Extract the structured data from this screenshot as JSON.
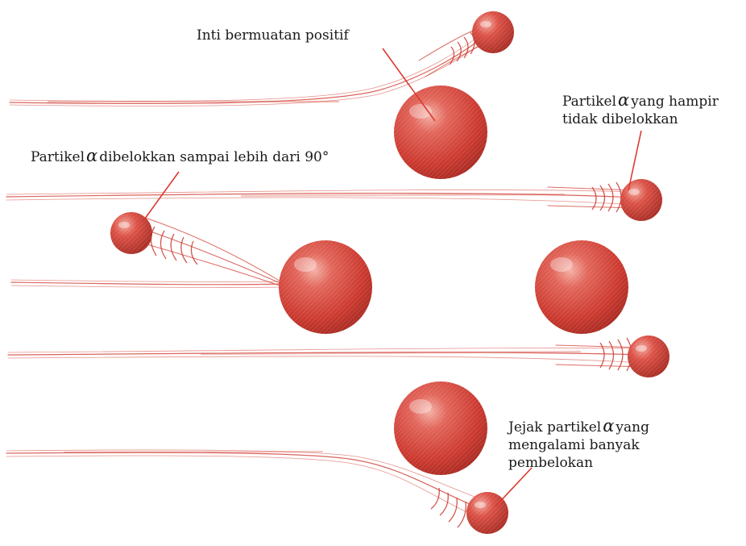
{
  "colors": {
    "sphere": "#d6453b",
    "sphere_dark": "#a8281f",
    "track": "#d44a40",
    "leader": "#d93b30",
    "text": "#1a1a1a"
  },
  "labels": {
    "nucleus": "Inti bermuatan positif",
    "deflected_90": {
      "prefix": "Partikel",
      "alpha": "α",
      "suffix": "dibelokkan sampai lebih dari 90°"
    },
    "undeflected": {
      "prefix": "Partikel",
      "alpha": "α",
      "suffix": "yang hampir",
      "line2": "tidak dibelokkan"
    },
    "many_deflections": {
      "prefix": "Jejak partikel",
      "alpha": "α",
      "suffix": "yang",
      "line2": "mengalami banyak",
      "line3": "pembelokan"
    }
  }
}
